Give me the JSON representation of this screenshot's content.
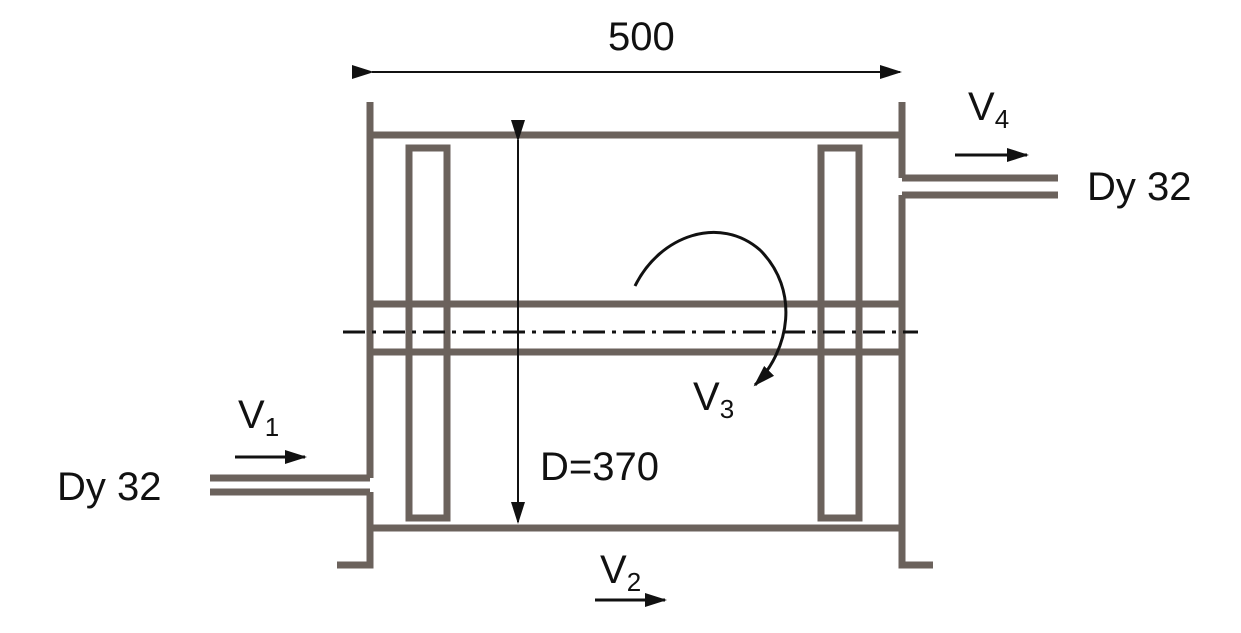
{
  "dimensions": {
    "length": "500",
    "diameter": "D=370"
  },
  "pipes": {
    "inlet": "Dy 32",
    "outlet": "Dy 32"
  },
  "velocities": {
    "v1": {
      "letter": "V",
      "sub": "1"
    },
    "v2": {
      "letter": "V",
      "sub": "2"
    },
    "v3": {
      "letter": "V",
      "sub": "3"
    },
    "v4": {
      "letter": "V",
      "sub": "4"
    }
  },
  "colors": {
    "wall": "#6b625c",
    "ink": "#111111"
  }
}
